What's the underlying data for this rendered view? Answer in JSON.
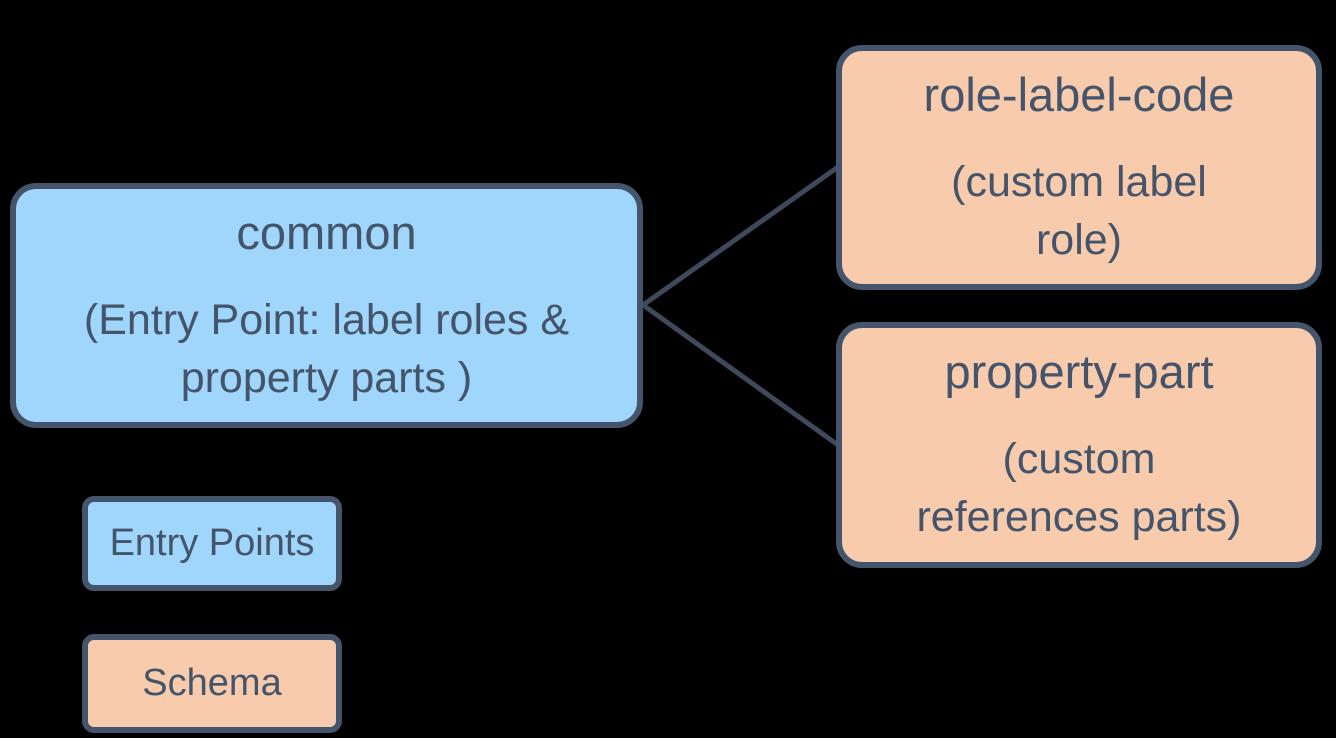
{
  "nodes": {
    "common": {
      "title": "common",
      "subtitle_lines": [
        "(Entry Point: label roles &",
        "property parts )"
      ]
    },
    "role_label_code": {
      "title": "role-label-code",
      "subtitle_lines": [
        "(custom label",
        "role)"
      ]
    },
    "property_part": {
      "title": "property-part",
      "subtitle_lines": [
        "(custom",
        "references parts)"
      ]
    }
  },
  "legend": {
    "entry_points_label": "Entry Points",
    "schema_label": "Schema"
  },
  "colors": {
    "background": "#000000",
    "entry_point_fill": "#A0D6FB",
    "schema_fill": "#F8CBAD",
    "outline": "#44546A",
    "text": "#44546A",
    "connector": "#3E4A5C"
  }
}
